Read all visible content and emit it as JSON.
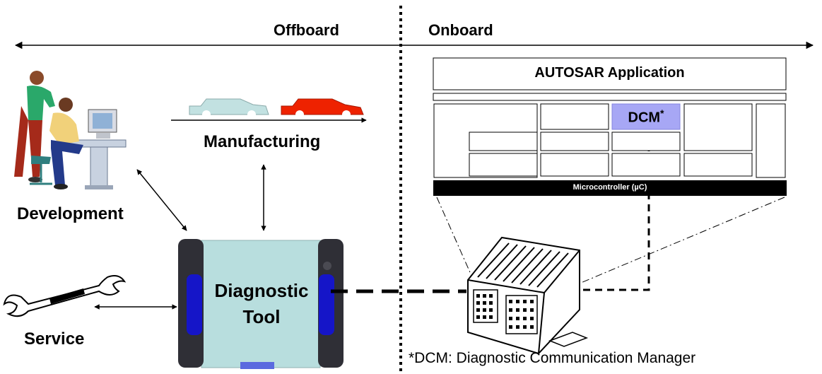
{
  "header": {
    "offboard_label": "Offboard",
    "onboard_label": "Onboard"
  },
  "offboard": {
    "development_label": "Development",
    "manufacturing_label": "Manufacturing",
    "service_label": "Service",
    "tool_label_line1": "Diagnostic",
    "tool_label_line2": "Tool"
  },
  "onboard": {
    "application_label": "AUTOSAR Application",
    "dcm_label": "DCM",
    "dcm_marker": "*",
    "microcontroller_label": "Microcontroller (µC)"
  },
  "footnote": "*DCM: Diagnostic Communication Manager",
  "colors": {
    "dcm_fill": "#a7a7f5",
    "tool_body": "#b8dede",
    "tool_side": "#2f2f36",
    "tool_accent": "#1515c8",
    "car_light": "#c2e1e1",
    "car_red": "#ee2200",
    "microcontroller_bar": "#000000"
  }
}
